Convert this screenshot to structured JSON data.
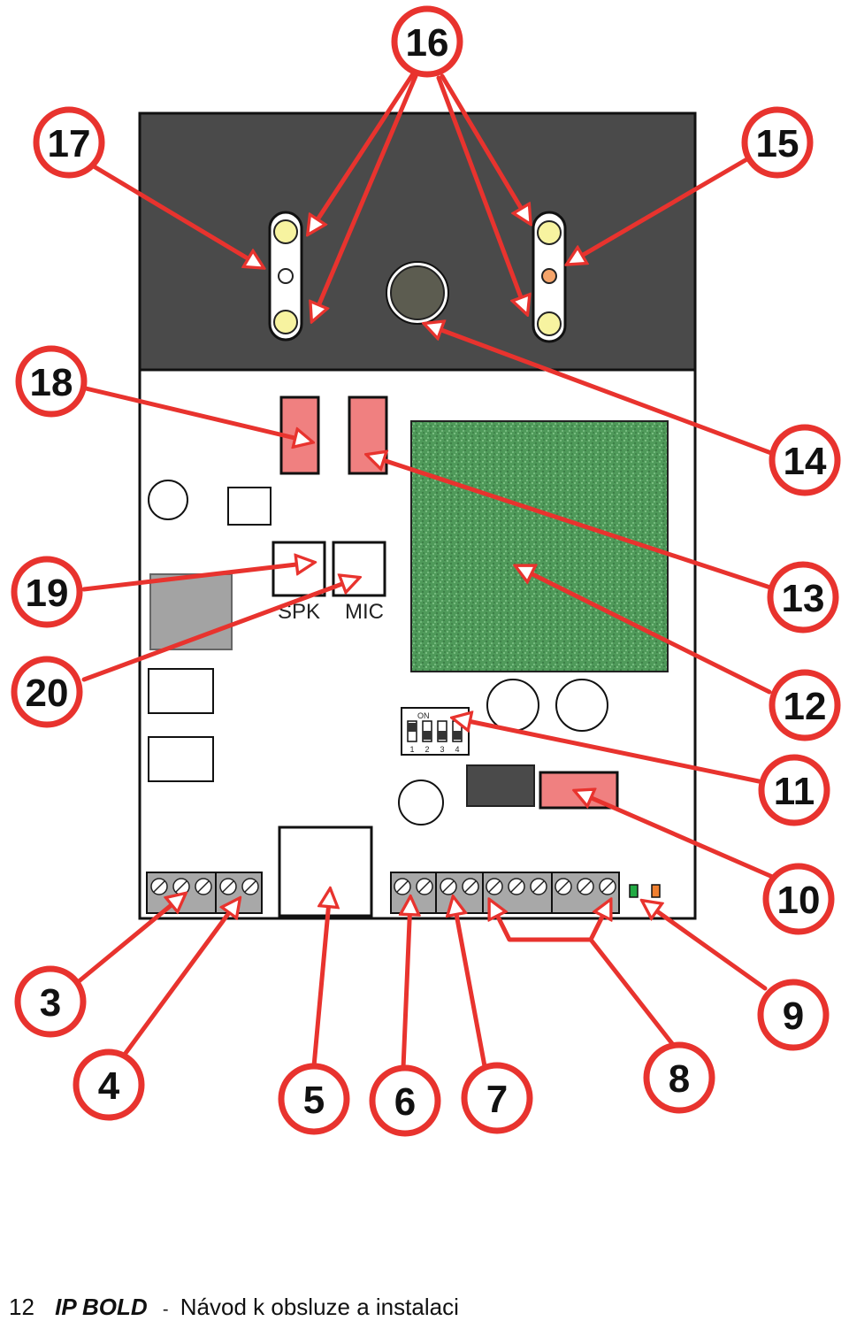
{
  "board": {
    "spk_label": "SPK",
    "mic_label": "MIC",
    "dip_on_label": "ON",
    "dip_numbers": [
      "1",
      "2",
      "3",
      "4"
    ]
  },
  "callouts": [
    "17",
    "16",
    "15",
    "18",
    "14",
    "13",
    "19",
    "20",
    "12",
    "11",
    "10",
    "3",
    "9",
    "4",
    "8",
    "5",
    "6",
    "7"
  ],
  "footer": {
    "page_number": "12",
    "brand": "IP BOLD",
    "separator": "-",
    "title": "Návod k obsluze a instalaci"
  },
  "colors": {
    "enclosure_dark": "#4a4a4a",
    "board": "#ffffff",
    "module_green": "#4f9a5a",
    "jumper_red": "#f08080",
    "arrow_red": "#e8332e",
    "led_yellow": "#f7f3a0",
    "led_orange": "#f5a46a",
    "terminal_gray": "#a8a8a8",
    "status_led_green": "#22aa44",
    "status_led_orange": "#f08030"
  }
}
